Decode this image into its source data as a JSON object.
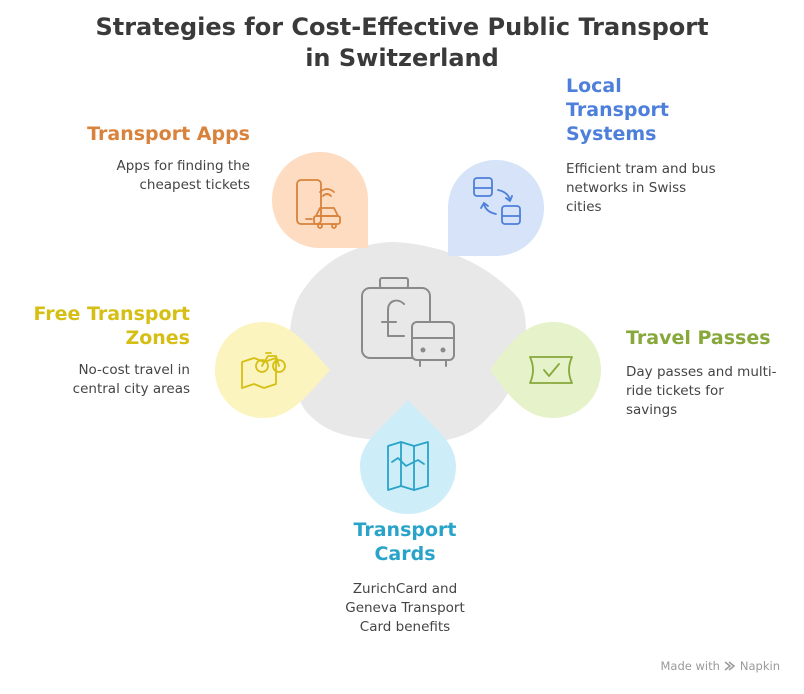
{
  "title": {
    "line1": "Strategies for Cost-Effective Public Transport",
    "line2": "in Switzerland"
  },
  "items": [
    {
      "key": "transport_apps",
      "heading": [
        "Transport Apps"
      ],
      "description": [
        "Apps for finding the",
        "cheapest tickets"
      ],
      "color": "#d9823b",
      "fill": "#fddcc2",
      "icon": "phone-car-icon"
    },
    {
      "key": "local_transport",
      "heading": [
        "Local",
        "Transport",
        "Systems"
      ],
      "description": [
        "Efficient tram and bus",
        "networks in Swiss",
        "cities"
      ],
      "color": "#4d7fdb",
      "fill": "#d6e3f8",
      "icon": "bus-exchange-icon"
    },
    {
      "key": "travel_passes",
      "heading": [
        "Travel Passes"
      ],
      "description": [
        "Day passes and multi-",
        "ride tickets for",
        "savings"
      ],
      "color": "#87a83a",
      "fill": "#e6f2c9",
      "icon": "ticket-icon"
    },
    {
      "key": "transport_cards",
      "heading": [
        "Transport",
        "Cards"
      ],
      "description": [
        "ZurichCard and",
        "Geneva Transport",
        "Card benefits"
      ],
      "color": "#2aa3c9",
      "fill": "#cdeef8",
      "icon": "map-icon"
    },
    {
      "key": "free_zones",
      "heading": [
        "Free Transport",
        "Zones"
      ],
      "description": [
        "No-cost travel in",
        "central city areas"
      ],
      "color": "#d6bf14",
      "fill": "#fbf4bf",
      "icon": "map-bike-icon"
    }
  ],
  "center": {
    "icon": "pound-bus-icon",
    "fill": "#e8e8e8"
  },
  "footer": {
    "made_with": "Made with",
    "brand": "Napkin"
  }
}
